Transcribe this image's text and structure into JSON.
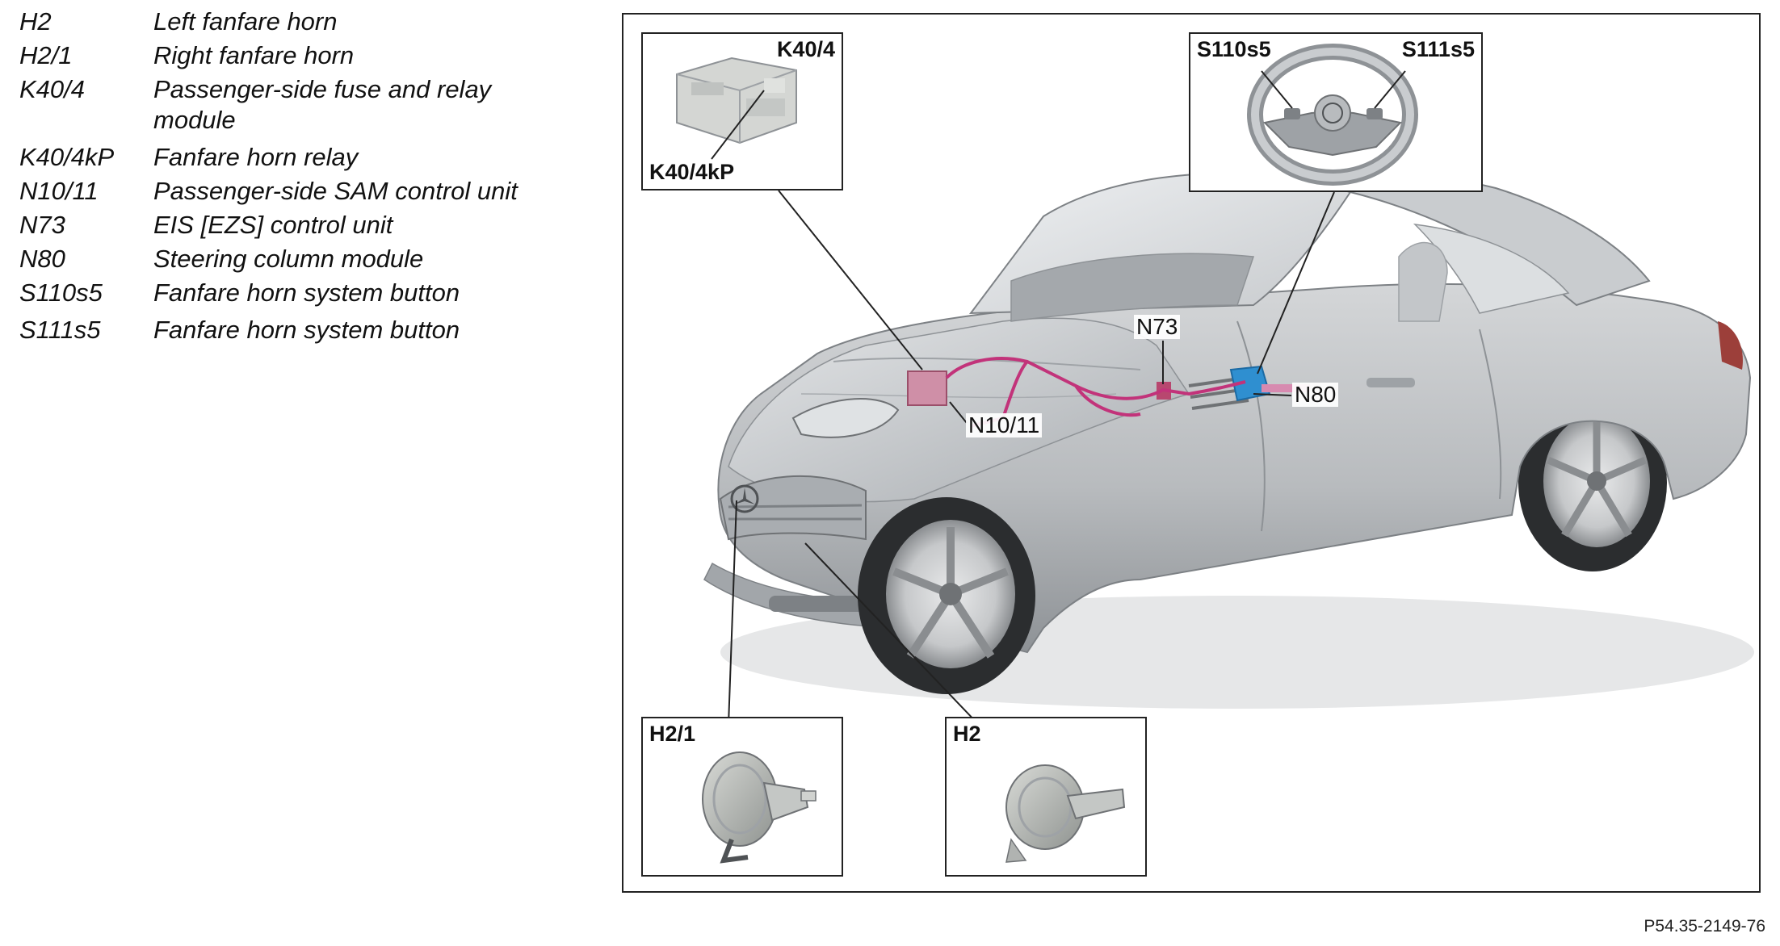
{
  "legend": [
    {
      "code": "H2",
      "desc": "Left fanfare horn"
    },
    {
      "code": "H2/1",
      "desc": "Right fanfare horn"
    },
    {
      "code": "K40/4",
      "desc": "Passenger-side fuse and relay module"
    },
    {
      "code": "K40/4kP",
      "desc": "Fanfare horn relay"
    },
    {
      "code": "N10/11",
      "desc": "Passenger-side SAM control unit"
    },
    {
      "code": "N73",
      "desc": "EIS [EZS] control unit"
    },
    {
      "code": "N80",
      "desc": "Steering column module"
    },
    {
      "code": "S110s5",
      "desc": "Fanfare horn system button"
    },
    {
      "code": "S111s5",
      "desc": "Fanfare horn system button"
    }
  ],
  "insets": {
    "k40_4": {
      "label": "K40/4",
      "sublabel": "K40/4kP"
    },
    "steering": {
      "label_left": "S110s5",
      "label_right": "S111s5"
    },
    "h2_1": {
      "label": "H2/1"
    },
    "h2": {
      "label": "H2"
    }
  },
  "callouts": {
    "n73": "N73",
    "n80": "N80",
    "n10_11": "N10/11"
  },
  "figure_id": "P54.35-2149-76",
  "colors": {
    "wiring": "#c2337a",
    "steering_module": "#2f8fd0",
    "car_body": "#b9bcbf"
  }
}
